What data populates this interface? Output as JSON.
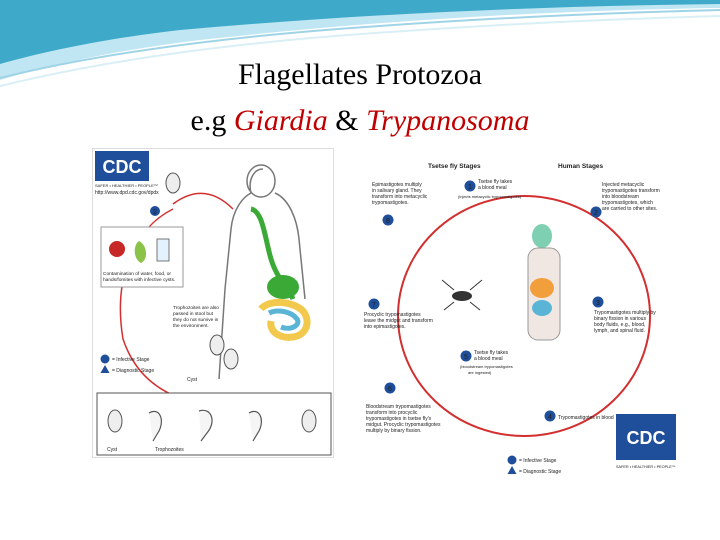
{
  "title": {
    "line1": "Flagellates Protozoa",
    "eg_prefix": "e.g ",
    "giardia": "Giardia",
    "amp": " & ",
    "trypanosoma": "Trypanosoma"
  },
  "colors": {
    "title_accent": "#c00000",
    "wave_light": "#bfe6f2",
    "wave_dark": "#3fa9c9",
    "cdc_blue": "#1f4e9a",
    "cycle_red": "#d32f2f",
    "gut_green": "#3aa935",
    "intestine_yellow": "#f2c94c",
    "intestine_blue": "#5ab4d6"
  },
  "giardia": {
    "cdc_logo": "CDC",
    "cdc_tagline": "SAFER • HEALTHIER • PEOPLE™",
    "url": "http://www.dpd.cdc.gov/dpdx",
    "contamination_text": [
      "Contamination of water, food, or",
      "hands/fomites with infective cysts."
    ],
    "trophozoite_text": [
      "Trophozoites are also",
      "passed in stool but",
      "they do not survive in",
      "the environment."
    ],
    "legend_infective": "= Infective Stage",
    "legend_diagnostic": "= Diagnostic Stage",
    "cyst_label": "Cyst",
    "cyst_label_bottom": "Cyst",
    "trophozoites_label": "Trophozoites",
    "steps": [
      "1",
      "2",
      "3",
      "4",
      "5"
    ]
  },
  "tryp": {
    "tsetse_header": "Tsetse fly Stages",
    "human_header": "Human Stages",
    "step1": [
      "Tsetse fly takes",
      "a blood meal",
      "(injects metacyclic trypomastigotes)"
    ],
    "step2": [
      "Injected metacyclic",
      "trypomastigotes transform",
      "into bloodstream",
      "trypomastigotes, which",
      "are carried to other sites."
    ],
    "step3": [
      "Trypomastigotes multiply by",
      "binary fission in various",
      "body fluids, e.g., blood,",
      "lymph, and spinal fluid."
    ],
    "step4": "Trypomastigotes in blood",
    "step5": [
      "Tsetse fly takes",
      "a blood meal",
      "(bloodstream trypomastigotes",
      "are ingested)"
    ],
    "step6": [
      "Bloodstream trypomastigotes",
      "transform into procyclic",
      "trypomastigotes in tsetse fly's",
      "midgut. Procyclic trypomastigotes",
      "multiply by binary fission."
    ],
    "step7": [
      "Procyclic trypomastigotes",
      "leave the midgut and transform",
      "into epimastigotes."
    ],
    "step8": [
      "Epimastigotes multiply",
      "in salivary gland. They",
      "transform into metacyclic",
      "trypomastigotes."
    ],
    "legend_infective": "= Infective Stage",
    "legend_diagnostic": "= Diagnostic Stage",
    "cdc_logo": "CDC",
    "cdc_tagline": "SAFER • HEALTHIER • PEOPLE™",
    "steps": [
      "1",
      "2",
      "3",
      "4",
      "5",
      "6",
      "7",
      "8"
    ]
  }
}
